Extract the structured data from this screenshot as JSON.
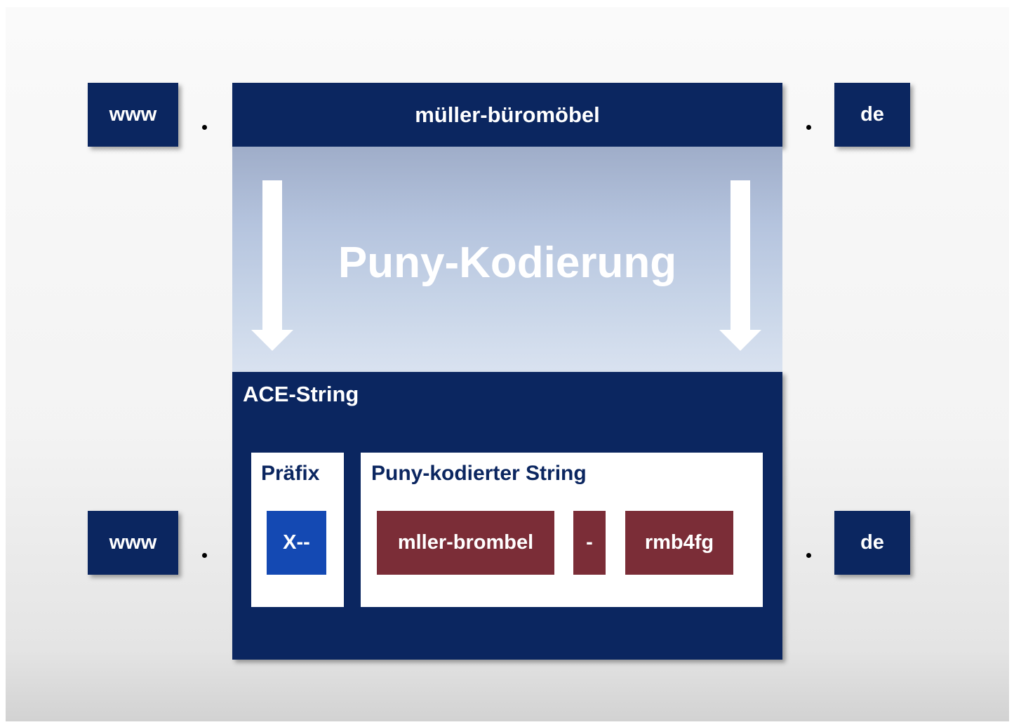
{
  "top_row": {
    "subdomain": "www",
    "separator_left": ".",
    "domain": "müller-büromöbel",
    "separator_right": ".",
    "tld": "de"
  },
  "encoding": {
    "title": "Puny-Kodierung"
  },
  "ace": {
    "title": "ACE-String",
    "prefix_label": "Präfix",
    "prefix_value": "X--",
    "encoded_label": "Puny-kodierter String",
    "encoded_base": "mller-brombel",
    "delimiter": "-",
    "encoded_suffix": "rmb4fg"
  },
  "bottom_row": {
    "subdomain": "www",
    "separator_left": ".",
    "separator_right": ".",
    "tld": "de"
  },
  "colors": {
    "navy": "#0b2660",
    "prefix_blue": "#1449b3",
    "maroon": "#7b2d37",
    "white": "#ffffff"
  }
}
